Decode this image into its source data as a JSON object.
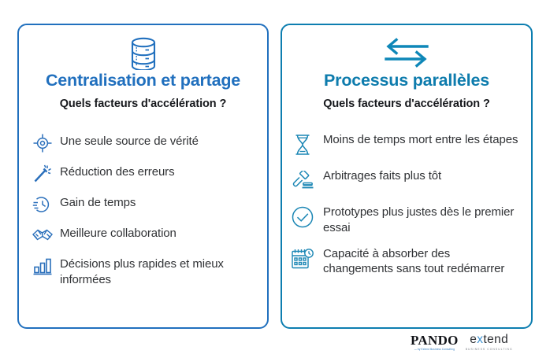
{
  "cards": [
    {
      "id": "centralisation",
      "icon": "database-stack-icon",
      "title": "Centralisation et partage",
      "subtitle": "Quels facteurs d'accélération ?",
      "accent": "#2170be",
      "items": [
        {
          "icon": "target-crosshair-icon",
          "text": "Une seule source de vérité"
        },
        {
          "icon": "magic-wand-icon",
          "text": "Réduction des erreurs"
        },
        {
          "icon": "fast-clock-icon",
          "text": "Gain de temps"
        },
        {
          "icon": "handshake-icon",
          "text": "Meilleure collaboration"
        },
        {
          "icon": "bar-chart-icon",
          "text": "Décisions plus rapides et mieux informées"
        }
      ]
    },
    {
      "id": "processus",
      "icon": "two-way-arrows-icon",
      "title": "Processus parallèles",
      "subtitle": "Quels facteurs d'accélération ?",
      "accent": "#0e7cad",
      "items": [
        {
          "icon": "hourglass-icon",
          "text": "Moins de temps mort entre les étapes"
        },
        {
          "icon": "gavel-icon",
          "text": "Arbitrages faits plus tôt"
        },
        {
          "icon": "check-circle-icon",
          "text": "Prototypes plus justes dès le premier essai"
        },
        {
          "icon": "calendar-clock-icon",
          "text": "Capacité à absorber des changements sans tout redémarrer"
        }
      ]
    }
  ],
  "footer": {
    "pando": {
      "name": "PANDO",
      "tagline": "— by Extend Business Consulting"
    },
    "extend": {
      "prefix": "e",
      "mark": "x",
      "suffix": "tend",
      "tagline": "BUSINESS CONSULTING"
    }
  },
  "colors": {
    "background": "#ffffff",
    "left_accent": "#2170be",
    "right_accent": "#0e7cad",
    "body_text": "#303235",
    "heading_text": "#16181c"
  }
}
